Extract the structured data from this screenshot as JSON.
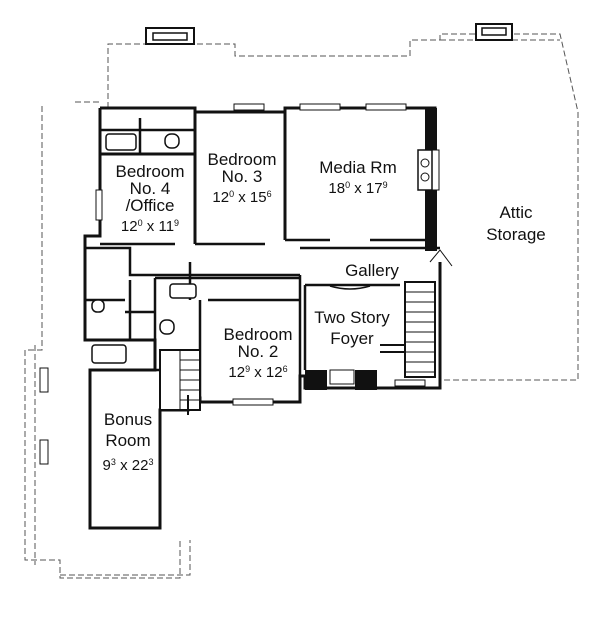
{
  "plan": {
    "rooms": [
      {
        "id": "bedroom-4",
        "name_lines": [
          "Bedroom",
          "No. 4",
          "/Office"
        ],
        "dim_a": "12",
        "dim_a_sup": "0",
        "dim_b": "11",
        "dim_b_sup": "9"
      },
      {
        "id": "bedroom-3",
        "name_lines": [
          "Bedroom",
          "No. 3"
        ],
        "dim_a": "12",
        "dim_a_sup": "0",
        "dim_b": "15",
        "dim_b_sup": "6"
      },
      {
        "id": "media-rm",
        "name_lines": [
          "Media Rm"
        ],
        "dim_a": "18",
        "dim_a_sup": "0",
        "dim_b": "17",
        "dim_b_sup": "9"
      },
      {
        "id": "attic-storage",
        "name_lines": [
          "Attic",
          "Storage"
        ]
      },
      {
        "id": "gallery",
        "name_lines": [
          "Gallery"
        ]
      },
      {
        "id": "two-story-foyer",
        "name_lines": [
          "Two Story",
          "Foyer"
        ]
      },
      {
        "id": "bedroom-2",
        "name_lines": [
          "Bedroom",
          "No. 2"
        ],
        "dim_a": "12",
        "dim_a_sup": "9",
        "dim_b": "12",
        "dim_b_sup": "6"
      },
      {
        "id": "bonus-room",
        "name_lines": [
          "Bonus",
          "Room"
        ],
        "dim_a": "9",
        "dim_a_sup": "3",
        "dim_b": "22",
        "dim_b_sup": "3"
      }
    ],
    "dim_separator": " x ",
    "colors": {
      "wall": "#111111",
      "dashed": "#555555",
      "background": "#ffffff"
    }
  }
}
